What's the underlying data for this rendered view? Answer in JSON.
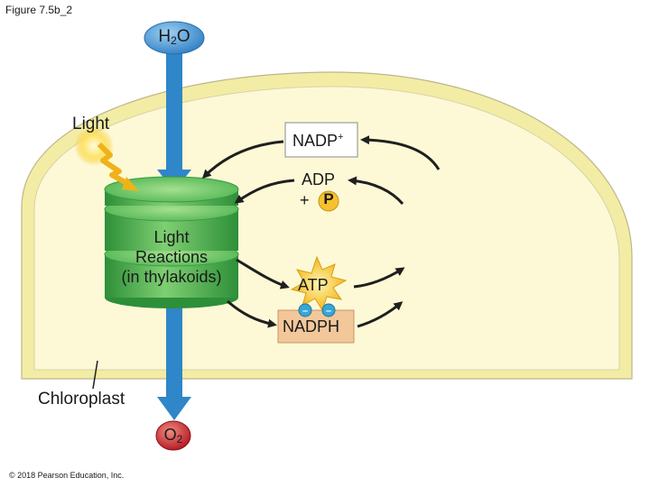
{
  "figure_title": "Figure 7.5b_2",
  "copyright": "© 2018 Pearson Education, Inc.",
  "inputs": {
    "light": "Light",
    "water_main": "H",
    "water_sub": "2",
    "water_end": "O"
  },
  "center": {
    "line1": "Light",
    "line2": "Reactions",
    "line3": "(in thylakoids)"
  },
  "organelle_label": "Chloroplast",
  "carriers": {
    "nadp": "NADP",
    "nadp_charge": "+",
    "adp": "ADP",
    "plus": "+",
    "phosphate": "P",
    "atp": "ATP",
    "nadph": "NADPH",
    "electron": "–"
  },
  "output": {
    "oxygen_main": "O",
    "oxygen_sub": "2"
  },
  "colors": {
    "stroma": "#fdf9d6",
    "envelope": "#f3eca4",
    "thylakoid": "#48b04f",
    "arrow_blue": "#2f86c8",
    "h2o_bubble": "#4a97d1",
    "o2_bubble": "#c8202c",
    "atp_burst": "#f4c82a",
    "nadph_box": "#f2c79a",
    "phosphate": "#f6c22e",
    "electron": "#38a6d8"
  },
  "icons": [
    "sun-icon",
    "lightning-icon"
  ]
}
